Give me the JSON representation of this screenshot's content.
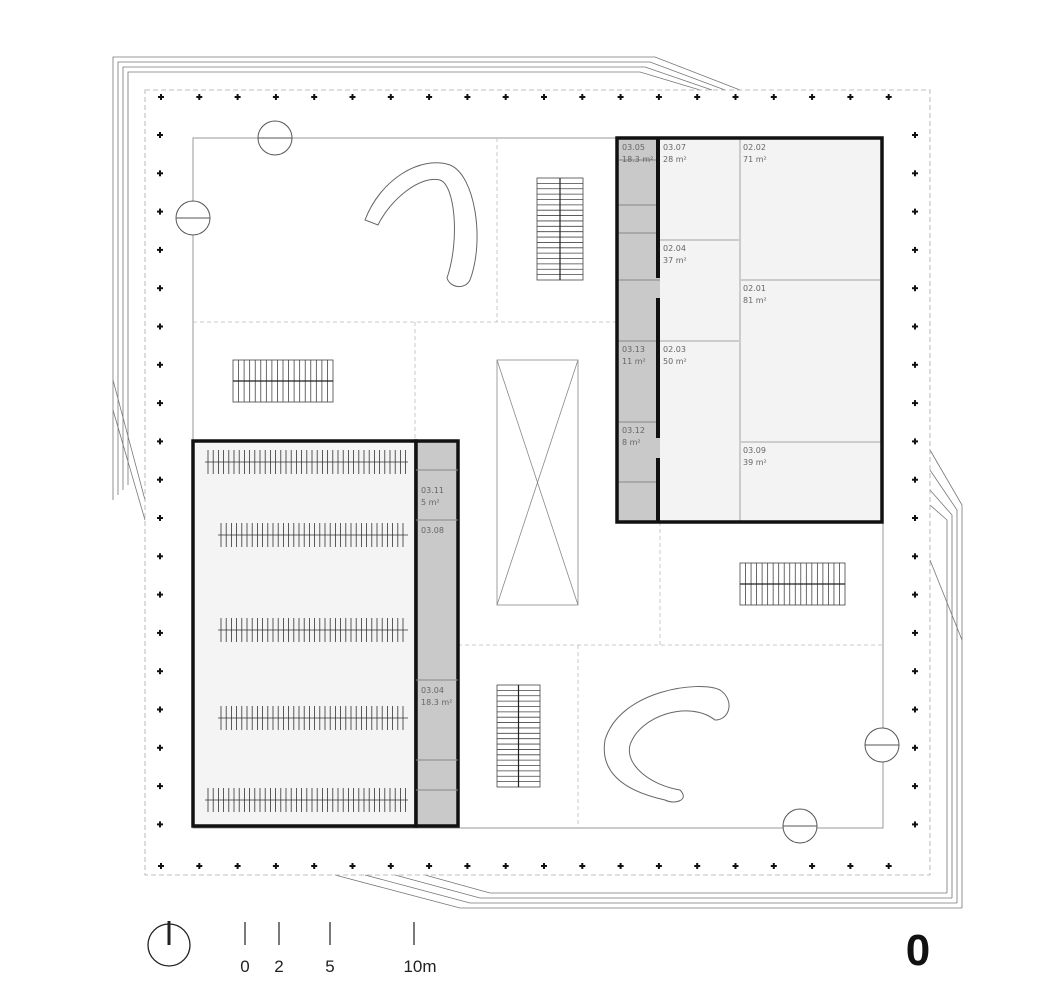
{
  "floor_label": "0",
  "scale_bar": {
    "ticks": [
      "0",
      "2",
      "5",
      "10m"
    ]
  },
  "north_arrow": "north-arrow-icon",
  "rooms": [
    {
      "id": "03.05",
      "area": "18.3 m²"
    },
    {
      "id": "03.07",
      "area": "28 m²"
    },
    {
      "id": "02.02",
      "area": "71 m²"
    },
    {
      "id": "02.04",
      "area": "37 m²"
    },
    {
      "id": "02.01",
      "area": "81 m²"
    },
    {
      "id": "03.13",
      "area": "11 m²"
    },
    {
      "id": "02.03",
      "area": "50 m²"
    },
    {
      "id": "03.12",
      "area": "8 m²"
    },
    {
      "id": "03.09",
      "area": "39 m²"
    },
    {
      "id": "03.11",
      "area": "5 m²"
    },
    {
      "id": "03.08",
      "area": ""
    },
    {
      "id": "03.04",
      "area": "18.3 m²"
    }
  ],
  "colors": {
    "wall": "#111111",
    "service_core": "#c9c9c9",
    "room_fill": "#f3f3f3",
    "line": "#999999"
  }
}
